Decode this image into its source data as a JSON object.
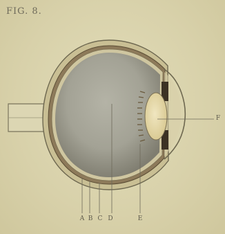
{
  "figure": {
    "title": "FIG. 8.",
    "labels": [
      {
        "key": "A",
        "text": "A"
      },
      {
        "key": "B",
        "text": "B"
      },
      {
        "key": "C",
        "text": "C"
      },
      {
        "key": "D",
        "text": "D"
      },
      {
        "key": "E",
        "text": "E"
      },
      {
        "key": "F",
        "text": "F"
      }
    ]
  },
  "colors": {
    "paper": "#d9d3ad",
    "ink": "#5e5a4c",
    "vitreous": "#a5a497",
    "sclera": "#c9bf94",
    "lens": "#e8dcb2"
  }
}
